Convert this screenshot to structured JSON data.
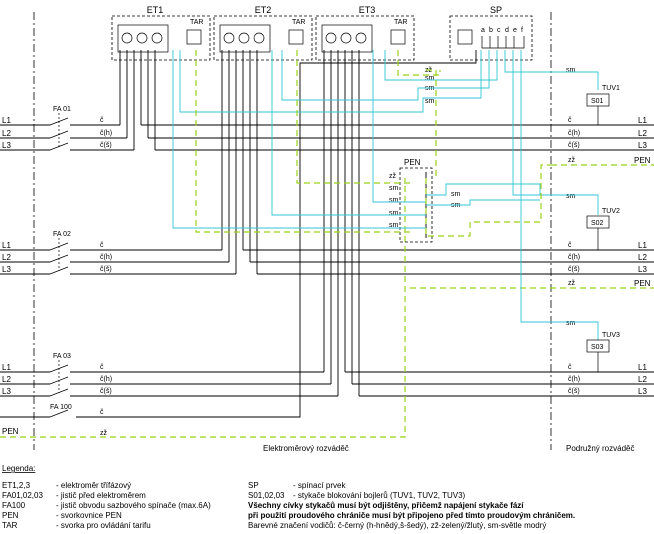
{
  "meters": [
    {
      "name": "ET1",
      "tar": "TAR"
    },
    {
      "name": "ET2",
      "tar": "TAR"
    },
    {
      "name": "ET3",
      "tar": "TAR"
    }
  ],
  "sp": {
    "name": "SP",
    "terminals": [
      "a",
      "b",
      "c",
      "d",
      "e",
      "f"
    ]
  },
  "breakers": [
    "FA 01",
    "FA 02",
    "FA 03",
    "FA 100"
  ],
  "bus_left": {
    "g1": [
      "L1",
      "L2",
      "L3"
    ],
    "g2": [
      "L1",
      "L2",
      "L3"
    ],
    "g3": [
      "L1",
      "L2",
      "L3"
    ],
    "pen": "PEN"
  },
  "bus_right": {
    "g1": [
      "L1",
      "L2",
      "L3",
      "PEN"
    ],
    "g2": [
      "L1",
      "L2",
      "L3",
      "PEN"
    ],
    "g3": [
      "L1",
      "L2",
      "L3"
    ]
  },
  "wire_codes": {
    "c": "č",
    "ch": "č(h)",
    "cs": "č(š)",
    "zz": "zž",
    "sm": "sm"
  },
  "pen_box": "PEN",
  "tuv": [
    {
      "name": "TUV1",
      "stykac": "S01"
    },
    {
      "name": "TUV2",
      "stykac": "S02"
    },
    {
      "name": "TUV3",
      "stykac": "S03"
    }
  ],
  "zones": {
    "left": "Elektroměrový rozváděč",
    "right": "Podružný rozváděč"
  },
  "legend": {
    "title": "Legenda:",
    "left_items": [
      {
        "term": "ET1,2,3",
        "desc": "- elektroměr třífázový"
      },
      {
        "term": "FA01,02,03",
        "desc": "- jistič před elektroměrem"
      },
      {
        "term": "FA100",
        "desc": "- jistič obvodu sazbového spínače (max.6A)"
      },
      {
        "term": "PEN",
        "desc": "- svorkovnice PEN"
      },
      {
        "term": "TAR",
        "desc": "- svorka pro ovládání tarifu"
      }
    ],
    "right_items": [
      {
        "term": "SP",
        "desc": "- spínací prvek"
      },
      {
        "term": "S01,02,03",
        "desc": "- stykače blokování bojlerů (TUV1, TUV2, TUV3)"
      }
    ],
    "note1": "Všechny cívky stykačů musí být odjištěny, přičemž napájení stykače fází",
    "note2": "při použití proudového chrániče musí být připojeno před tímto proudovým chráničem.",
    "note3": "Barevné značení vodičů: č-černý (h-hnědý,š-šedý), zž-zelený/žlutý, sm-světle modrý"
  }
}
